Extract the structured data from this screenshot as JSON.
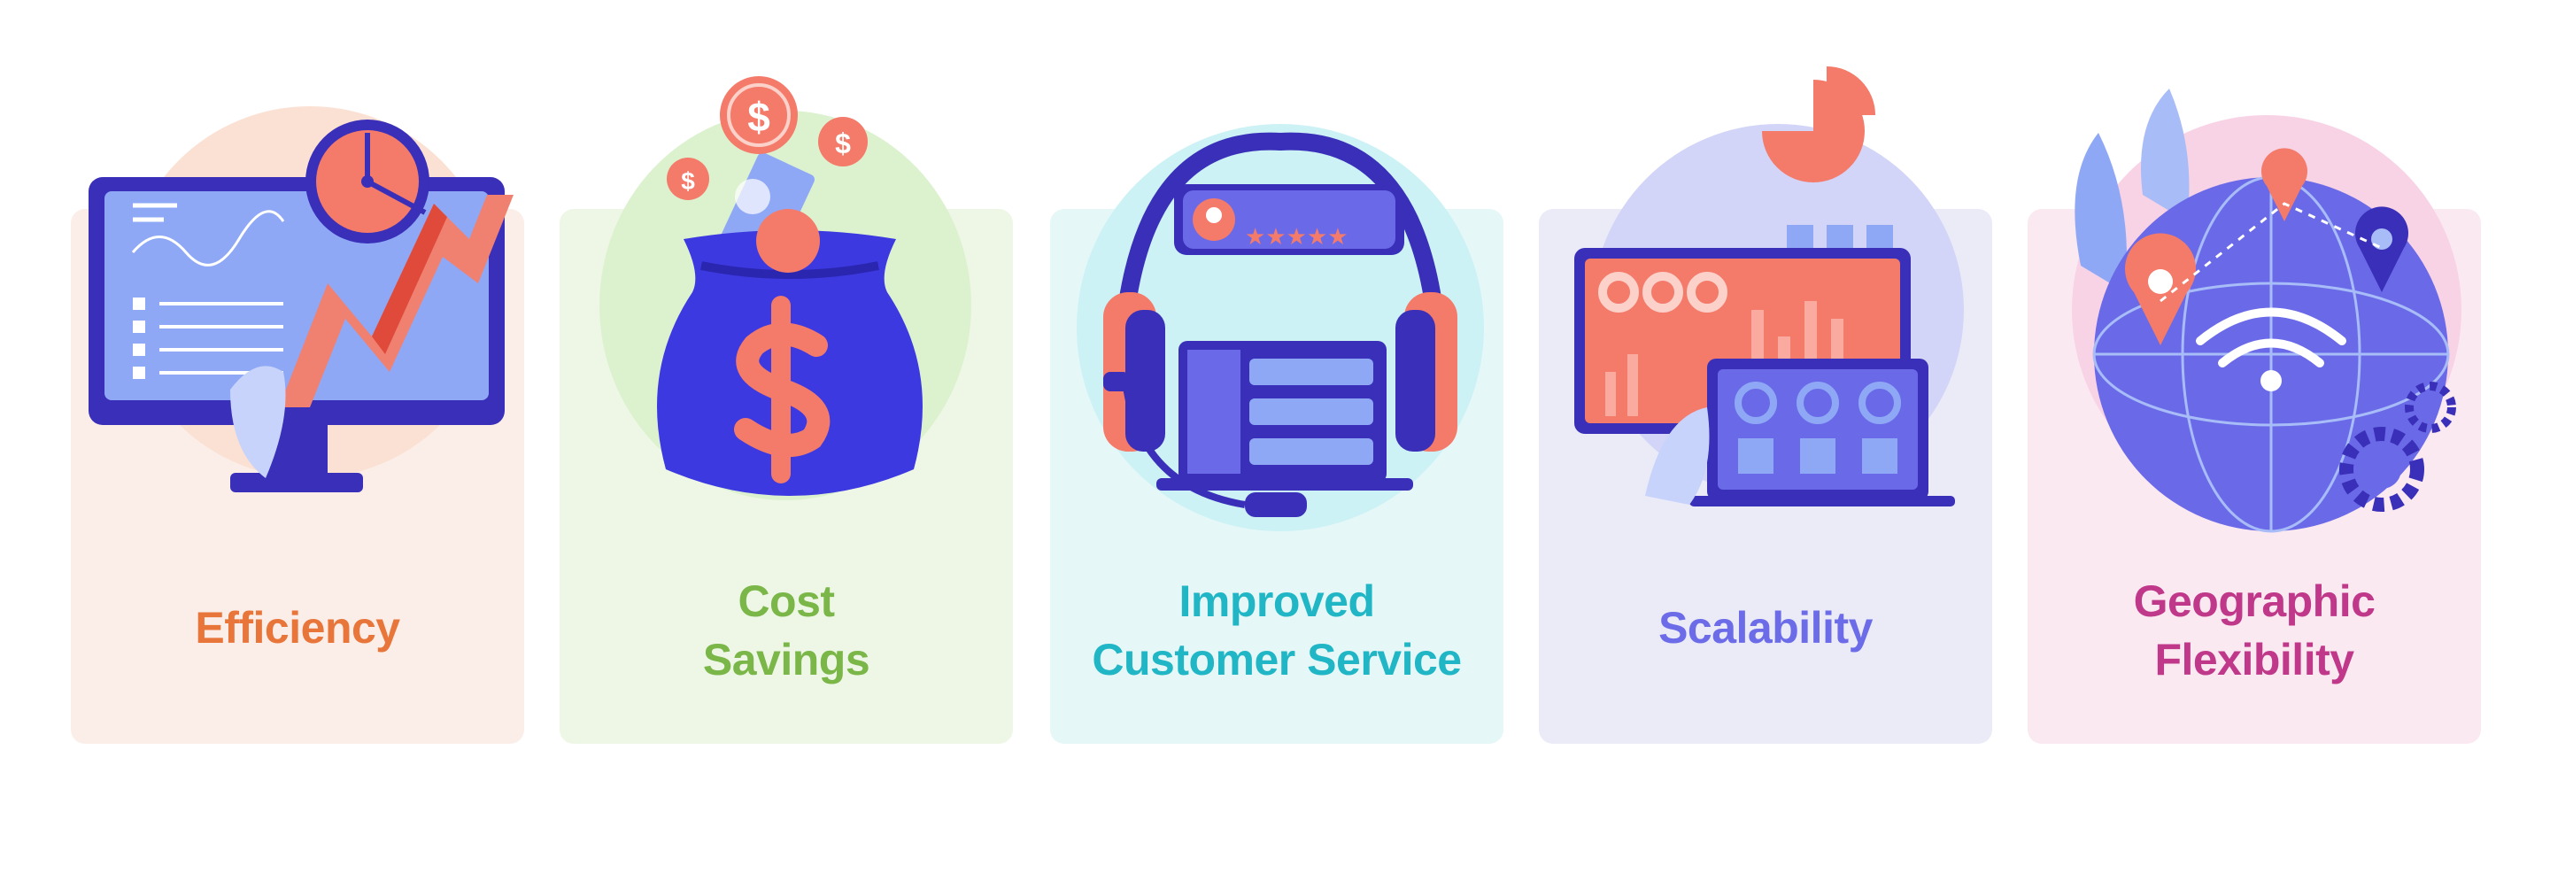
{
  "cards": [
    {
      "title": "Efficiency",
      "icon": "monitor-clock-chart-icon",
      "bg": "#fbeee8",
      "color": "#e8753a"
    },
    {
      "title": "Cost\nSavings",
      "icon": "money-bag-icon",
      "bg": "#eef7e6",
      "color": "#7ab648"
    },
    {
      "title": "Improved\nCustomer Service",
      "icon": "headset-rating-icon",
      "bg": "#e6f7f8",
      "color": "#21b6c5"
    },
    {
      "title": "Scalability",
      "icon": "dashboard-pie-chart-icon",
      "bg": "#ebebf8",
      "color": "#6c6ce8"
    },
    {
      "title": "Geographic\nFlexibility",
      "icon": "globe-location-icon",
      "bg": "#fbe9f1",
      "color": "#c0388a"
    }
  ]
}
